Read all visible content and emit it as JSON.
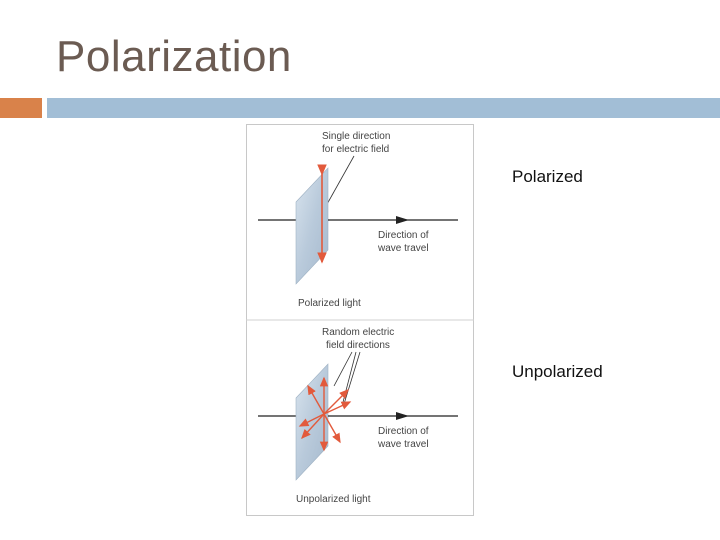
{
  "slide": {
    "title": "Polarization"
  },
  "colors": {
    "accent": "#d9824a",
    "rule": "#a2bed6",
    "plate": "#c5d4e2",
    "vector": "#e25a3c"
  },
  "figure": {
    "top_panel": {
      "callout_line1": "Single direction",
      "callout_line2": "for electric field",
      "travel_line1": "Direction of",
      "travel_line2": "wave travel",
      "caption": "Polarized light"
    },
    "bottom_panel": {
      "callout_line1": "Random electric",
      "callout_line2": "field directions",
      "travel_line1": "Direction of",
      "travel_line2": "wave travel",
      "caption": "Unpolarized light"
    }
  },
  "labels": {
    "polarized": "Polarized",
    "unpolarized": "Unpolarized"
  }
}
